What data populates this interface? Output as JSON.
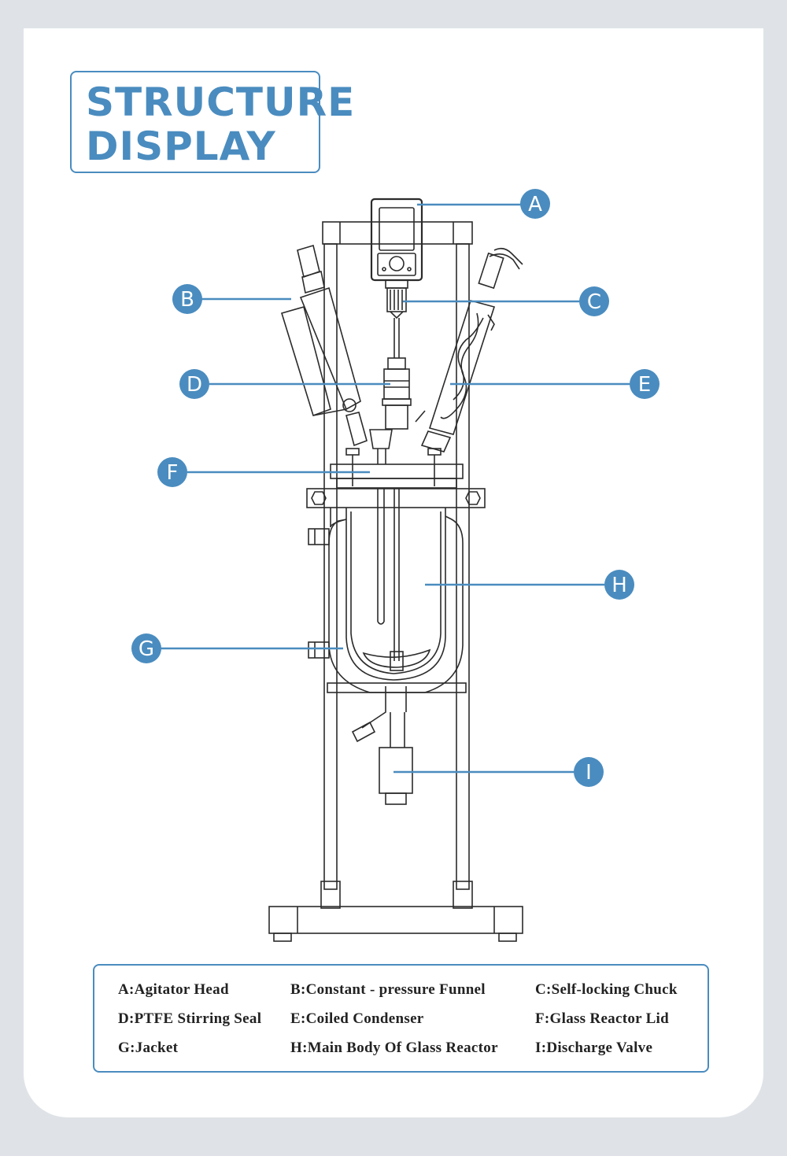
{
  "title": {
    "line1": "STRUCTURE",
    "line2": "DISPLAY"
  },
  "colors": {
    "accent": "#4a8cbf",
    "line": "#2b2b2b",
    "background": "#dfe3e7",
    "card": "#ffffff"
  },
  "callouts": {
    "a": "A",
    "b": "B",
    "c": "C",
    "d": "D",
    "e": "E",
    "f": "F",
    "g": "G",
    "h": "H",
    "i": "I"
  },
  "legend": {
    "a": "A:Agitator Head",
    "b": "B:Constant - pressure Funnel",
    "c": "C:Self-locking Chuck",
    "d": "D:PTFE Stirring Seal",
    "e": "E:Coiled Condenser",
    "f": "F:Glass Reactor Lid",
    "g": "G:Jacket",
    "h": "H:Main Body Of Glass Reactor",
    "i": "I:Discharge Valve"
  }
}
